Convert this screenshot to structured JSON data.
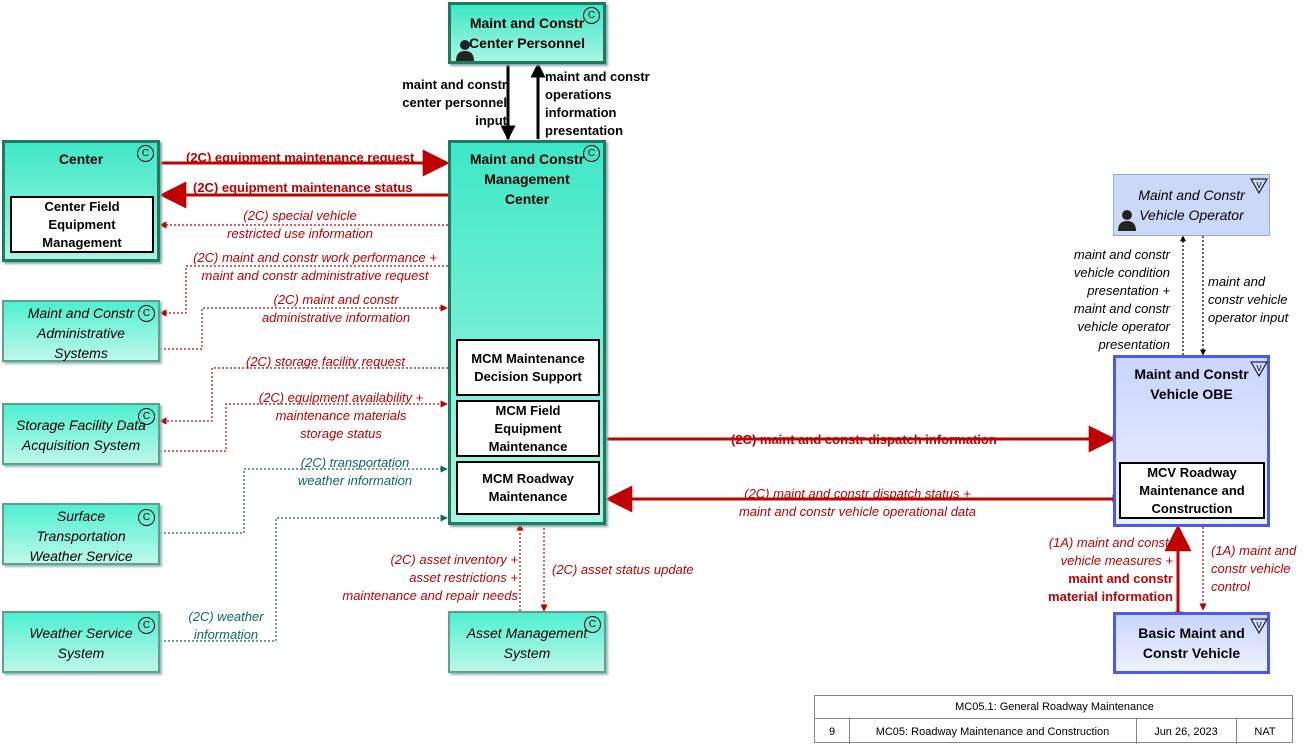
{
  "nodes": {
    "personnel": "Maint and Constr\nCenter Personnel",
    "mcm": "Maint and Constr\nManagement\nCenter",
    "center": "Center",
    "center_sub": "Center Field\nEquipment\nManagement",
    "admin": "Maint and Constr\nAdministrative\nSystems",
    "storage": "Storage Facility Data\nAcquisition System",
    "stws": "Surface\nTransportation\nWeather Service",
    "wss": "Weather Service\nSystem",
    "asset": "Asset Management\nSystem",
    "vehop": "Maint and Constr\nVehicle Operator",
    "obe": "Maint and Constr\nVehicle OBE",
    "basic": "Basic Maint and\nConstr Vehicle",
    "mcm_sub1": "MCM Maintenance\nDecision Support",
    "mcm_sub2": "MCM Field\nEquipment\nMaintenance",
    "mcm_sub3": "MCM Roadway\nMaintenance",
    "obe_sub": "MCV Roadway\nMaintenance and\nConstruction",
    "badge_c": "C",
    "badge_v": "V"
  },
  "flows": {
    "f_input": "maint and constr\ncenter personnel\ninput",
    "f_opinfo": "maint and constr\noperations\ninformation\npresentation",
    "f_eqreq": "(2C) equipment maintenance request",
    "f_eqstat": "(2C) equipment maintenance status",
    "f_special": "(2C) special vehicle\nrestricted use information",
    "f_workperf": "(2C) maint and constr work performance +\nmaint and constr administrative request",
    "f_admininfo": "(2C) maint and constr\nadministrative information",
    "f_storreq": "(2C) storage facility request",
    "f_equipavail": "(2C) equipment availability +\nmaintenance materials\nstorage status",
    "f_transwx": "(2C) transportation\nweather information",
    "f_wxinfo": "(2C) weather\ninformation",
    "f_assetinv": "(2C) asset inventory +\nasset restrictions +\nmaintenance and repair needs",
    "f_assetupd": "(2C) asset status update",
    "f_dispinfo": "(2C) maint and constr dispatch information",
    "f_dispstat": "(2C) maint and constr dispatch status +\nmaint and constr vehicle operational data",
    "f_vehcond": "maint and constr\nvehicle condition\npresentation +\nmaint and constr\nvehicle operator\npresentation",
    "f_opinput": "maint and\nconstr vehicle\noperator input",
    "f_vehmeas_a": "(1A) maint and constr\nvehicle measures +",
    "f_vehmeas_b": "maint and constr\nmaterial information",
    "f_vehctrl": "(1A) maint and\nconstr vehicle\ncontrol"
  },
  "footer": {
    "title": "MC05.1: General Roadway Maintenance",
    "num": "9",
    "package": "MC05: Roadway Maintenance and Construction",
    "date": "Jun 26, 2023",
    "org": "NAT"
  },
  "colors": {
    "flow_red": "#c00000",
    "flow_teal": "#0f6b5c",
    "flow_black": "#000000"
  }
}
